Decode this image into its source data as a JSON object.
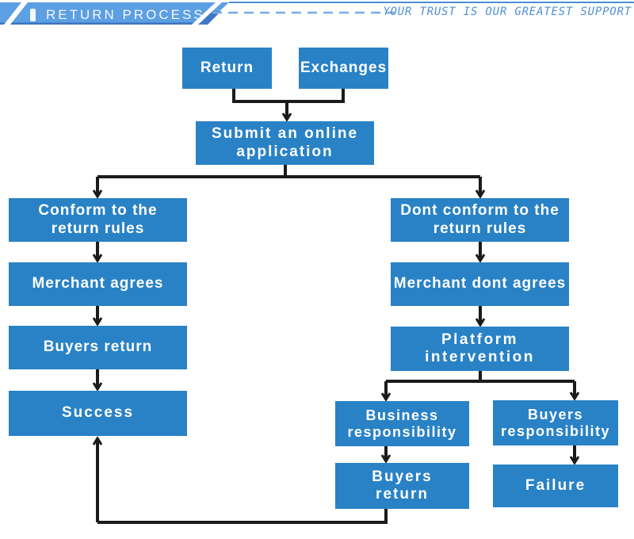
{
  "header": {
    "title": "RETURN PROCESS",
    "tagline": "YOUR TRUST IS OUR GREATEST SUPPORT",
    "colors": {
      "banner_blue": "#5c9fe2",
      "banner_accent_dark": "#3f78cb",
      "banner_bottom_edge": "#3e74be",
      "dashed_line": "#79ace2",
      "top_line": "#4d8fd6",
      "tagline_text": "#4e90d6",
      "title_text": "#f4f9ff"
    }
  },
  "flowchart": {
    "box_color": "#2982c5",
    "box_text_color": "#ffffff",
    "connector_color": "#1b1b1b",
    "nodes": {
      "return": {
        "lines": [
          "Return"
        ]
      },
      "exchanges": {
        "lines": [
          "Exchanges"
        ]
      },
      "submit": {
        "lines": [
          "Submit an online",
          "application"
        ]
      },
      "conform": {
        "lines": [
          "Conform to the",
          "return rules"
        ]
      },
      "dont_conform": {
        "lines": [
          "Dont conform to the",
          "return rules"
        ]
      },
      "merchant_agrees": {
        "lines": [
          "Merchant agrees"
        ]
      },
      "merchant_dont_agrees": {
        "lines": [
          "Merchant dont agrees"
        ]
      },
      "buyers_return": {
        "lines": [
          "Buyers return"
        ]
      },
      "platform": {
        "lines": [
          "Platform",
          "intervention"
        ]
      },
      "success": {
        "lines": [
          "Success"
        ]
      },
      "business_responsibility": {
        "lines": [
          "Business",
          "responsibility"
        ]
      },
      "buyers_responsibility": {
        "lines": [
          "Buyers",
          "responsibility"
        ]
      },
      "buyers_return_2": {
        "lines": [
          "Buyers",
          "return"
        ]
      },
      "failure": {
        "lines": [
          "Failure"
        ]
      }
    }
  }
}
